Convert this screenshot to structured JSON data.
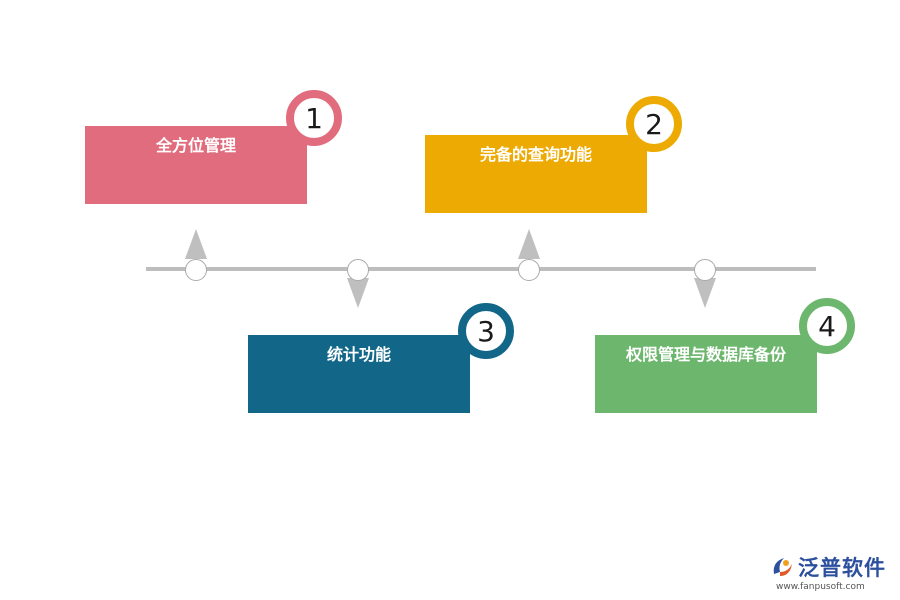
{
  "steps": [
    {
      "number": "1",
      "label": "全方位管理",
      "color": "#e16c7d"
    },
    {
      "number": "2",
      "label": "完备的查询功能",
      "color": "#edaa02"
    },
    {
      "number": "3",
      "label": "统计功能",
      "color": "#126789"
    },
    {
      "number": "4",
      "label": "权限管理与数据库备份",
      "color": "#6db66d"
    }
  ],
  "timeline": {
    "line_color": "#bdbdbd",
    "arrow_color": "#bfbfbf"
  },
  "logo": {
    "name": "泛普软件",
    "url": "www.fanpusoft.com",
    "icon": "fanpu-logo-icon"
  }
}
